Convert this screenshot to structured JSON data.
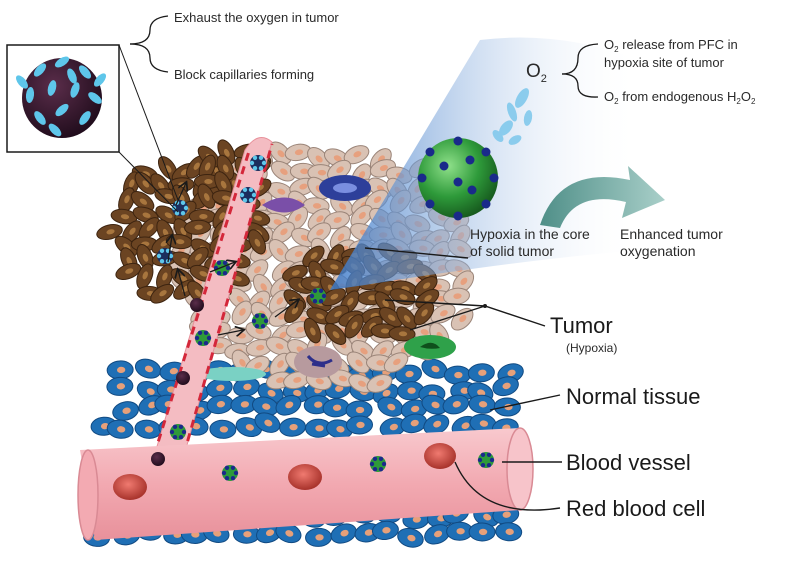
{
  "labels": {
    "exhaust": "Exhaust the oxygen in tumor",
    "block": "Block capillaries forming",
    "o2_symbol": "O",
    "o2_subscript": "2",
    "release_prefix": "O",
    "release_sub": "2",
    "release_line1": " release from PFC  in",
    "release_line2": "hypoxia site of tumor",
    "endo_prefix": "O",
    "endo_sub": "2",
    "endo_mid": " from endogenous H",
    "endo_sub2": "2",
    "endo_o": "O",
    "endo_sub3": "2",
    "hypoxia_core_line1": "Hypoxia in the core",
    "hypoxia_core_line2": "of solid tumor",
    "enhanced_line1": "Enhanced tumor",
    "enhanced_line2": "oxygenation",
    "tumor": "Tumor",
    "tumor_sub": "(Hypoxia)",
    "normal_tissue": "Normal tissue",
    "blood_vessel": "Blood vessel",
    "red_blood_cell": "Red blood cell"
  },
  "colors": {
    "tumor_brown": "#6b4422",
    "tumor_beige": "#d9c2b4",
    "normal_blue": "#1f6fb5",
    "vessel_pink": "#f4b6bd",
    "rbc_red": "#c9473e",
    "nanoparticle_green": "#2e9a3a",
    "particle_blue": "#1a2a8a",
    "beam_blue": "#9fbde3",
    "arrow_teal": "#6fa8a0"
  }
}
